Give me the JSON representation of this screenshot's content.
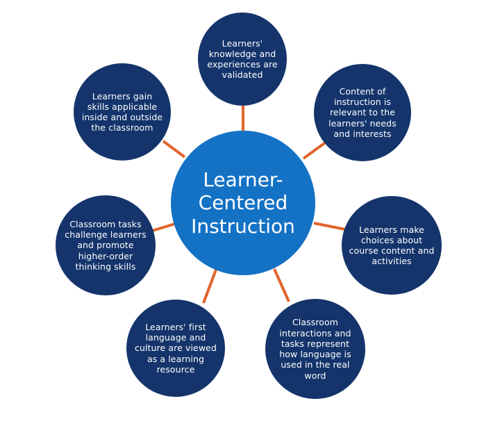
{
  "diagram": {
    "connector_color": "#e0642b",
    "node_color": "#14346b",
    "center_color": "#1472c5",
    "center": {
      "label": "Learner-\nCentered\nInstruction"
    },
    "nodes": [
      {
        "id": "top",
        "label": "Learners'\nknowledge and\nexperiences are\nvalidated"
      },
      {
        "id": "top-right",
        "label": "Content of\ninstruction is\nrelevant to the\nlearners' needs\nand interests"
      },
      {
        "id": "right",
        "label": "Learners make\nchoices about\ncourse content and\nactivities"
      },
      {
        "id": "bottom-right",
        "label": "Classroom\ninteractions and\ntasks represent\nhow language is\nused in the real\nword"
      },
      {
        "id": "bottom-left",
        "label": "Learners' first\nlanguage and\nculture are viewed\nas a learning\nresource"
      },
      {
        "id": "left",
        "label": "Classroom tasks\nchallenge learners\nand promote\nhigher-order\nthinking skills"
      },
      {
        "id": "top-left",
        "label": "Learners gain\nskills applicable\ninside and outside\nthe classroom"
      }
    ]
  }
}
